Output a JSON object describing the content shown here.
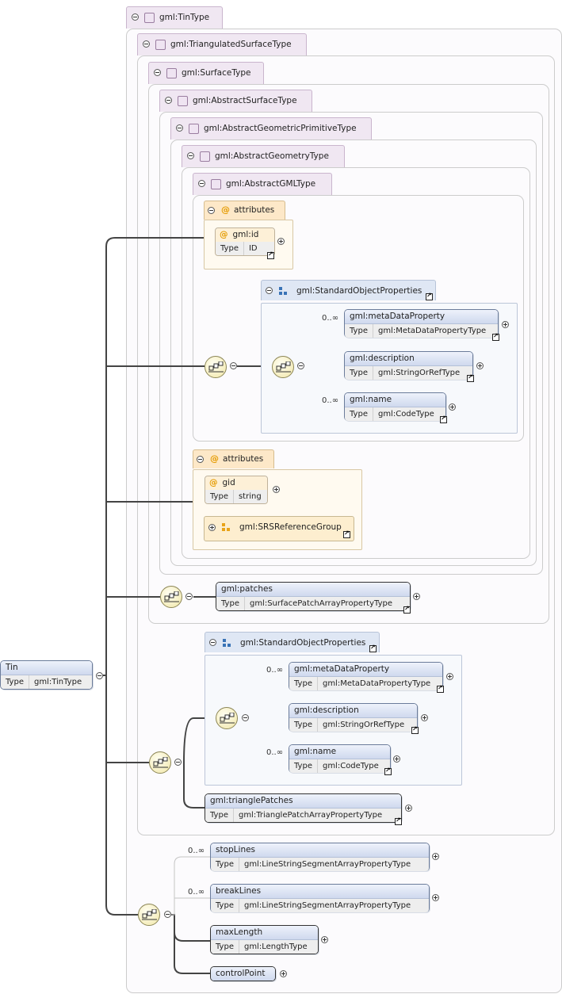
{
  "tin": {
    "name": "Tin",
    "type_key": "Type",
    "type_val": "gml:TinType"
  },
  "types": {
    "tin": "gml:TinType",
    "tri": "gml:TriangulatedSurfaceType",
    "surface": "gml:SurfaceType",
    "abssurface": "gml:AbstractSurfaceType",
    "absgeoprim": "gml:AbstractGeometricPrimitiveType",
    "absgeom": "gml:AbstractGeometryType",
    "absgml": "gml:AbstractGMLType"
  },
  "attributes_label": "attributes",
  "gml_id": {
    "name": "gml:id",
    "type_key": "Type",
    "type_val": "ID"
  },
  "sop_label": "gml:StandardObjectProperties",
  "sop": {
    "meta": {
      "card": "0..∞",
      "name": "gml:metaDataProperty",
      "type_key": "Type",
      "type_val": "gml:MetaDataPropertyType"
    },
    "desc": {
      "name": "gml:description",
      "type_key": "Type",
      "type_val": "gml:StringOrRefType"
    },
    "name": {
      "card": "0..∞",
      "name": "gml:name",
      "type_key": "Type",
      "type_val": "gml:CodeType"
    }
  },
  "gid": {
    "name": "gid",
    "type_key": "Type",
    "type_val": "string"
  },
  "srs_group": "gml:SRSReferenceGroup",
  "patches": {
    "name": "gml:patches",
    "type_key": "Type",
    "type_val": "gml:SurfacePatchArrayPropertyType"
  },
  "triangle_patches": {
    "name": "gml:trianglePatches",
    "type_key": "Type",
    "type_val": "gml:TrianglePatchArrayPropertyType"
  },
  "stop_lines": {
    "card": "0..∞",
    "name": "stopLines",
    "type_key": "Type",
    "type_val": "gml:LineStringSegmentArrayPropertyType"
  },
  "break_lines": {
    "card": "0..∞",
    "name": "breakLines",
    "type_key": "Type",
    "type_val": "gml:LineStringSegmentArrayPropertyType"
  },
  "max_length": {
    "name": "maxLength",
    "type_key": "Type",
    "type_val": "gml:LengthType"
  },
  "control_point": {
    "name": "controlPoint"
  }
}
